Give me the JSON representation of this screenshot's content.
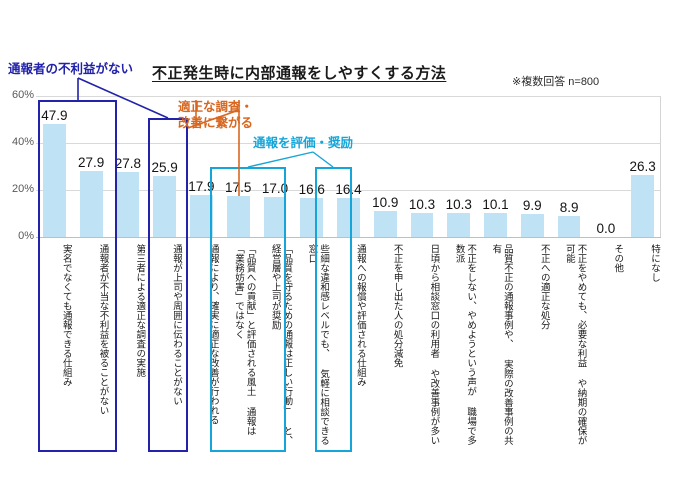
{
  "header": {
    "title": "不正発生時に内部通報をしやすくする方法",
    "note": "※複数回答 n=800"
  },
  "chart_data": {
    "type": "bar",
    "title": "不正発生時に内部通報をしやすくする方法",
    "subtitle": "※複数回答 n=800",
    "xlabel": "",
    "ylabel": "",
    "ylim": [
      0,
      60
    ],
    "ytick_labels": [
      "0%",
      "20%",
      "40%",
      "60%"
    ],
    "ytick_values": [
      0,
      20,
      40,
      60
    ],
    "grid": true,
    "legend": "none",
    "bar_color": "#bfe2f5",
    "categories": [
      "実名でなくても通報できる仕組み",
      "通報者が不当な不利益を被ることがない",
      "第三者による適正な調査の実施",
      "通報が上司や周囲に伝わることがない",
      "通報により、確実に適正な改善が行われる",
      "「品質への貢献」と評価される風土\n通報は「業務妨害」ではなく",
      "「品質を守るための通報は正しい行動」\nと、経営層や上司が奨励",
      "些細な違和感レベルでも、\n気軽に相談できる窓口",
      "通報への報償や評価される仕組み",
      "不正を申し出た人の処分減免",
      "日頃から相談窓口の利用者\nや改善事例が多い",
      "不正をしない、やめようという声が\n職場で多数派",
      "品質不正の通報事例や、\n実際の改善事例の共有",
      "不正への適正な処分",
      "不正をやめても、必要な利益\nや納期の確保が可能",
      "その他",
      "特になし"
    ],
    "values": [
      47.9,
      27.9,
      27.8,
      25.9,
      17.9,
      17.5,
      17.0,
      16.6,
      16.4,
      10.9,
      10.3,
      10.3,
      10.1,
      9.9,
      8.9,
      0.0,
      26.3
    ],
    "value_labels": [
      "47.9",
      "27.9",
      "27.8",
      "25.9",
      "17.9",
      "17.5",
      "17.0",
      "16.6",
      "16.4",
      "10.9",
      "10.3",
      "10.3",
      "10.1",
      "9.9",
      "8.9",
      "0.0",
      "26.3"
    ],
    "annotations": [
      {
        "id": "navy",
        "text": "通報者の不利益がない",
        "color": "#2222aa",
        "targets": [
          [
            0,
            1
          ],
          [
            3,
            3
          ]
        ]
      },
      {
        "id": "orange",
        "text": "適正な調査・\n改善に繋がる",
        "color": "#d8671f",
        "targets": [
          [
            2,
            2
          ],
          [
            4,
            4
          ]
        ]
      },
      {
        "id": "cyan",
        "text": "通報を評価・奨励",
        "color": "#16a5d8",
        "targets": [
          [
            5,
            6
          ],
          [
            8,
            8
          ]
        ]
      }
    ]
  },
  "annotations": {
    "navy_label": "通報者の不利益がない",
    "orange_line1": "適正な調査・",
    "orange_line2": "改善に繋がる",
    "cyan_label": "通報を評価・奨励"
  },
  "colors": {
    "bar": "#bfe2f5",
    "navy": "#2222aa",
    "orange": "#d8671f",
    "cyan": "#16a5d8",
    "grid": "#d9d9d9",
    "text": "#1a1a1a",
    "axis_text": "#595959"
  }
}
